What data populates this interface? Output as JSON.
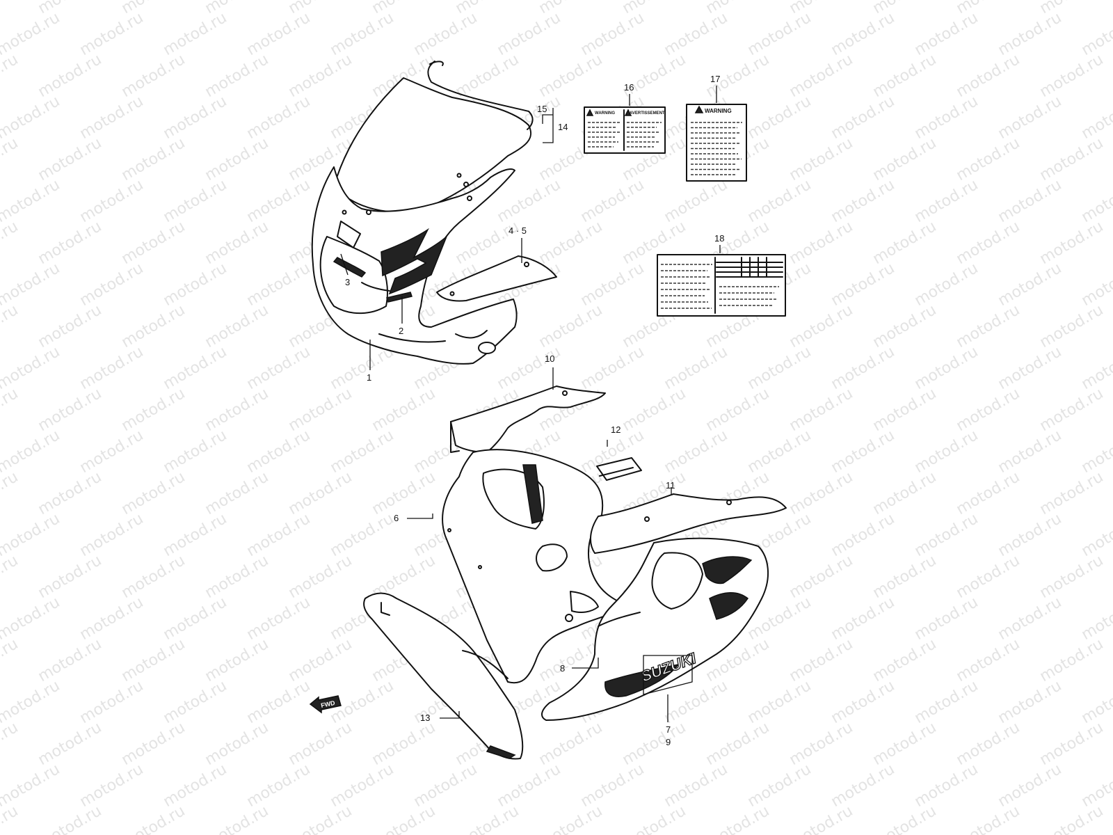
{
  "watermark": "motod.ru",
  "callouts": {
    "c1": "1",
    "c2": "2",
    "c3": "3",
    "c45": "4 · 5",
    "c6": "6",
    "c7": "7",
    "c8": "8",
    "c9": "9",
    "c10": "10",
    "c11": "11",
    "c12": "12",
    "c13": "13",
    "c14": "14",
    "c15": "15",
    "c16": "16",
    "c17": "17",
    "c18": "18"
  },
  "labels": {
    "warning_en": "WARNING",
    "warning_fr": "AVERTISSEMENT",
    "warning_big": "WARNING"
  },
  "fairing_brand": "SUZUKI",
  "fwd_marker": "FWD"
}
